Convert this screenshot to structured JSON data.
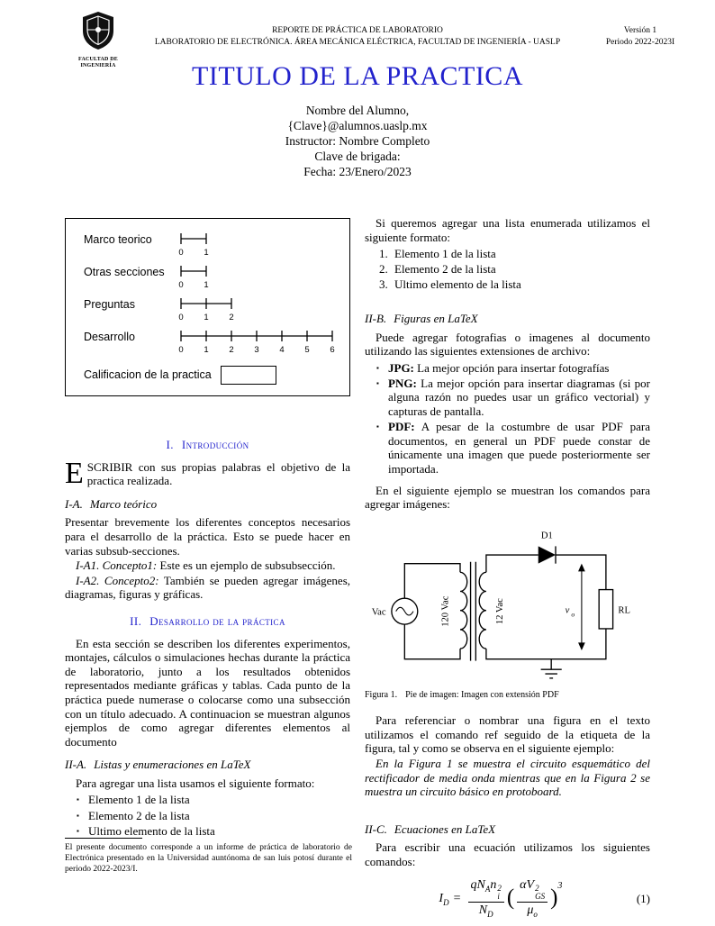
{
  "colors": {
    "accent_blue": "#2222cc"
  },
  "header": {
    "logo_line1": "FACULTAD DE",
    "logo_line2": "INGENIERÍA",
    "center_line1": "REPORTE DE PRÁCTICA DE LABORATORIO",
    "center_line2": "LABORATORIO DE ELECTRÓNICA. ÁREA MECÁNICA ELÉCTRICA, FACULTAD DE INGENIERÍA - UASLP",
    "version": "Versión 1",
    "period": "Periodo 2022-2023I"
  },
  "title": "TITULO DE LA PRACTICA",
  "author": {
    "name": "Nombre del Alumno,",
    "email": "{Clave}@alumnos.uaslp.mx",
    "instructor": "Instructor: Nombre Completo",
    "brigade": "Clave de brigada:",
    "date": "Fecha: 23/Enero/2023"
  },
  "rubric": {
    "rows": [
      {
        "label": "Marco teorico",
        "ticks": [
          "0",
          "1"
        ]
      },
      {
        "label": "Otras secciones",
        "ticks": [
          "0",
          "1"
        ]
      },
      {
        "label": "Preguntas",
        "ticks": [
          "0",
          "1",
          "2"
        ]
      },
      {
        "label": "Desarrollo",
        "ticks": [
          "0",
          "1",
          "2",
          "3",
          "4",
          "5",
          "6"
        ]
      }
    ],
    "grade_label": "Calificacion de la practica"
  },
  "intro": {
    "heading_num": "I.",
    "heading_text": "Introducción",
    "dropcap": "E",
    "lead": "SCRIBIR con sus propias palabras el objetivo de la practica realizada.",
    "sub_a_label": "I-A.",
    "sub_a_title": "Marco teórico",
    "sub_a_text": "Presentar brevemente los diferentes conceptos necesarios para el desarrollo de la práctica. Esto se puede hacer en varias subsub-secciones.",
    "sub_a1_label": "I-A1.",
    "sub_a1_title": "Concepto1:",
    "sub_a1_text": "Este es un ejemplo de subsubsección.",
    "sub_a2_label": "I-A2.",
    "sub_a2_title": "Concepto2:",
    "sub_a2_text": "También se pueden agregar imágenes, diagramas, figuras y gráficas."
  },
  "development": {
    "heading_num": "II.",
    "heading_text": "Desarrollo de la práctica",
    "para": "En esta sección se describen los diferentes experimentos, montajes, cálculos o simulaciones hechas durante la práctica de laboratorio, junto a los resultados obtenidos representados mediante gráficas y tablas. Cada punto de la práctica puede numerase o colocarse como una subsección con un título adecuado. A continuacion se muestran algunos ejemplos de como agregar diferentes elementos al documento",
    "lists_sub_label": "II-A.",
    "lists_sub_title": "Listas y enumeraciones en LaTeX",
    "list_intro": "Para agregar una lista usamos el siguiente formato:",
    "bullet_items": [
      "Elemento 1 de la lista",
      "Elemento 2 de la lista",
      "Ultimo elemento de la lista"
    ],
    "enum_intro": "Si queremos agregar una lista enumerada utilizamos el siguiente formato:",
    "enum_items": [
      {
        "num": "1.",
        "text": "Elemento 1 de la lista"
      },
      {
        "num": "2.",
        "text": "Elemento 2 de la lista"
      },
      {
        "num": "3.",
        "text": "Ultimo elemento de la lista"
      }
    ]
  },
  "figures_section": {
    "sub_label": "II-B.",
    "sub_title": "Figuras en LaTeX",
    "intro": "Puede agregar fotografias o imagenes al documento utilizando las siguientes extensiones de archivo:",
    "format_items": [
      {
        "term": "JPG:",
        "text": "La mejor opción para insertar fotografías"
      },
      {
        "term": "PNG:",
        "text": "La mejor opción para insertar diagramas (si por alguna razón no puedes usar un gráfico vectorial) y capturas de pantalla."
      },
      {
        "term": "PDF:",
        "text": "A pesar de la costumbre de usar PDF para documentos, en general un PDF puede constar de únicamente una imagen que puede posteriormente ser importada."
      }
    ],
    "example_intro": "En el siguiente ejemplo se muestran los comandos para agregar imágenes:",
    "circuit": {
      "source_label": "Vac",
      "primary_label": "120 Vac",
      "secondary_label": "12 Vac",
      "diode_label": "D1",
      "output_base": "v",
      "output_sub": "o",
      "load_label": "RL"
    },
    "caption_label": "Figura 1.",
    "caption_text": "Pie de imagen: Imagen con extensión PDF",
    "ref_para": "Para referenciar o nombrar una figura en el texto utilizamos el comando ref seguido de la etiqueta de la figura, tal y como se observa en el siguiente ejemplo:",
    "ref_example": "En la Figura 1 se muestra el circuito esquemático del rectificador de media onda mientras que en la Figura 2 se muestra un circuito básico en protoboard."
  },
  "equations_section": {
    "sub_label": "II-C.",
    "sub_title": "Ecuaciones en LaTeX",
    "intro": "Para escribir una ecuación utilizamos los siguientes comandos:",
    "equation": {
      "lhs_base": "I",
      "lhs_sub": "D",
      "equals": "=",
      "f1_num_a": "qN",
      "f1_num_a_sub": "A",
      "f1_num_b": "n",
      "f1_num_b_sub": "i",
      "f1_num_b_sup": "2",
      "f1_den": "N",
      "f1_den_sub": "D",
      "paren_open": "(",
      "f2_num_a": "αV",
      "f2_num_sub": "GS",
      "f2_num_sup": "2",
      "f2_den": "μ",
      "f2_den_sub": "o",
      "paren_close": ")",
      "power": "3",
      "number": "(1)"
    }
  },
  "footnote": "El presente documento corresponde a un informe de práctica de laboratorio de Electrónica presentado en la Universidad auntónoma de san luis potosí durante el periodo 2022-2023/I."
}
